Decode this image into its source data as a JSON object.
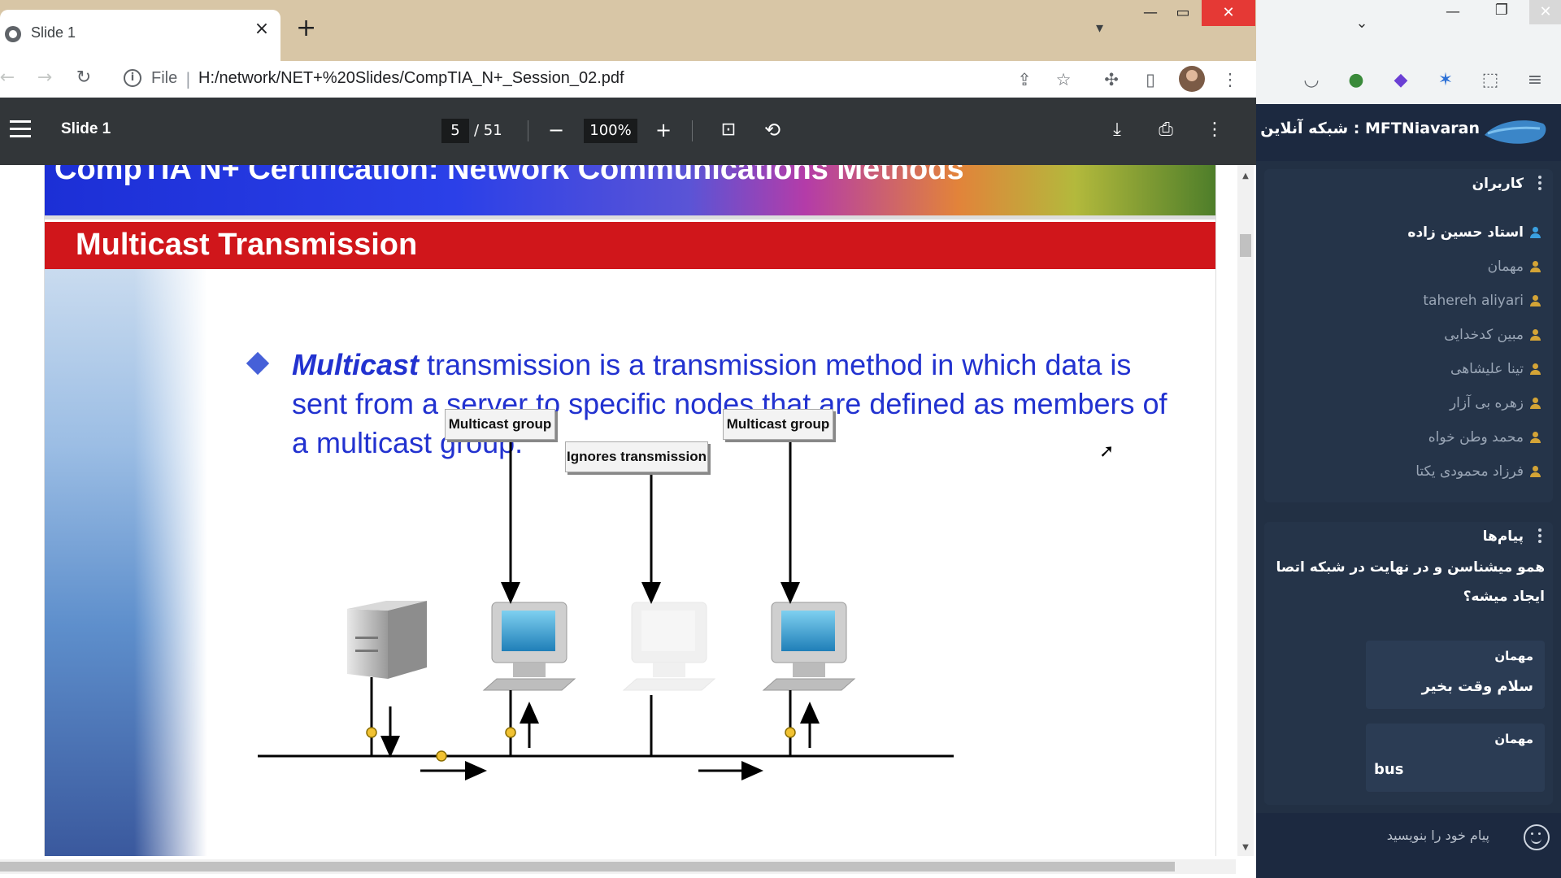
{
  "browser": {
    "tab_title": "Slide 1",
    "tab_close_glyph": "×",
    "new_tab_glyph": "+",
    "tabs_dropdown_glyph": "⌄",
    "url_scheme": "File",
    "url_separator": "|",
    "url": "H:/network/NET+%20Slides/CompTIA_N+_Session_02.pdf",
    "window_buttons": {
      "minimize": "—",
      "maximize": "▭",
      "close": "✕"
    }
  },
  "pdf_viewer": {
    "doc_title": "Slide 1",
    "current_page": "5",
    "total_pages": "/ 51",
    "zoom": "100%"
  },
  "slide": {
    "banner_text": "CompTIA N+ Certification: Network Communications Methods",
    "heading": "Multicast Transmission",
    "bullet_em": "Multicast",
    "bullet_rest": " transmission is a transmission method in which data is sent from a server to specific nodes that are defined as members of a multicast group.",
    "labels": {
      "group_left": "Multicast group",
      "ignores": "Ignores transmission",
      "group_right": "Multicast group"
    }
  },
  "side_app": {
    "brand": "MFTNiavaran : شبکه آنلاین",
    "users_header": "کاربران",
    "users": [
      {
        "name": "استاد حسین زاده",
        "host": true
      },
      {
        "name": "مهمان",
        "host": false
      },
      {
        "name": "tahereh aliyari",
        "host": false
      },
      {
        "name": "مبین کدخدایی",
        "host": false
      },
      {
        "name": "تینا علیشاهی",
        "host": false
      },
      {
        "name": "زهره بی آزار",
        "host": false
      },
      {
        "name": "محمد وطن خواه",
        "host": false
      },
      {
        "name": "فرزاد محمودی یکتا",
        "host": false
      }
    ],
    "messages_header": "پیام‌ها",
    "question_line1": "همو میشناسن و در نهایت در شبکه اتصا",
    "question_line2": "ایجاد میشه؟",
    "messages": [
      {
        "sender": "مهمان",
        "text": "سلام وقت بخیر"
      },
      {
        "sender": "مهمان",
        "text": "bus"
      }
    ],
    "composer_placeholder": "پیام خود را بنویسید"
  },
  "colors": {
    "tab_strip": "#d8c6a6",
    "pdf_toolbar": "#323639",
    "slide_red": "#d0161b",
    "slide_text_blue": "#2232d0",
    "side_panel": "#223044"
  }
}
